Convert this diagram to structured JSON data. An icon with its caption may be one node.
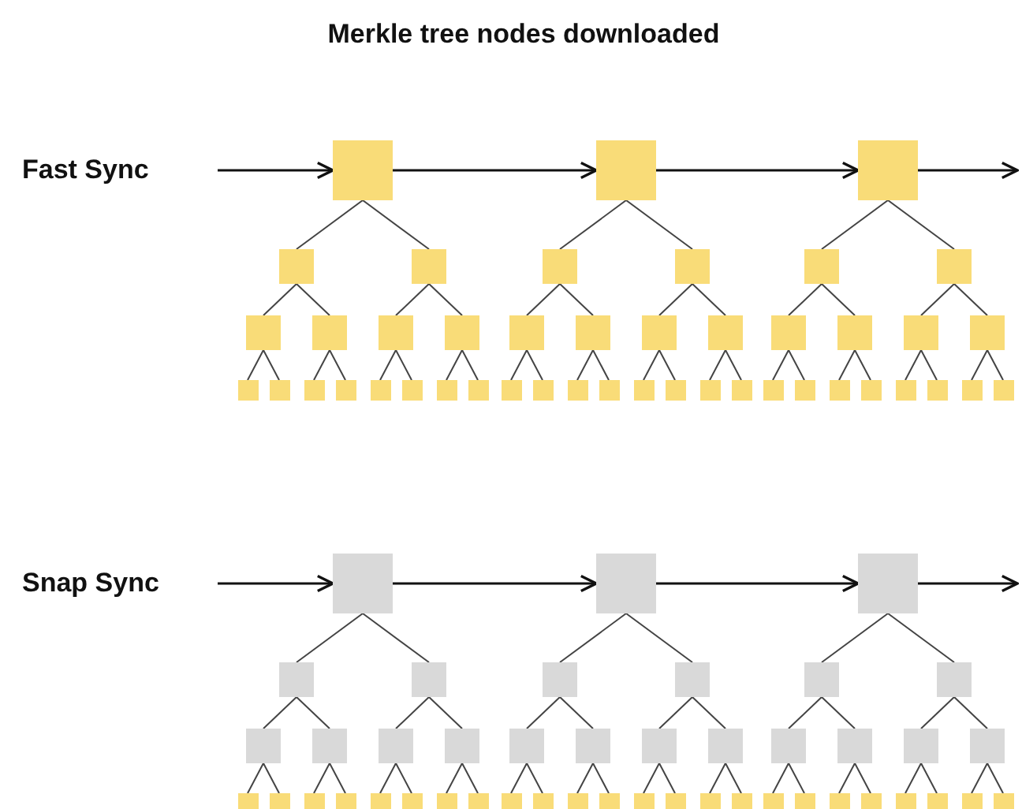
{
  "diagram": {
    "title": "Merkle tree nodes downloaded",
    "nodes": [
      {
        "text": [],
        "shape": "box"
      },
      {
        "text": [],
        "shape": "box"
      },
      {
        "text": [],
        "shape": "box"
      },
      {
        "text": [],
        "shape": "box"
      },
      {
        "text": [],
        "shape": "box"
      },
      {
        "text": [],
        "shape": "box"
      },
      {
        "text": [],
        "shape": "box"
      },
      {
        "text": [],
        "shape": "box"
      },
      {
        "text": [],
        "shape": "box"
      },
      {
        "text": [],
        "shape": "box"
      },
      {
        "text": [],
        "shape": "box"
      },
      {
        "text": [],
        "shape": "box"
      },
      {
        "text": [],
        "shape": "box"
      },
      {
        "text": [],
        "shape": "box"
      },
      {
        "text": [],
        "shape": "box"
      },
      {
        "text": [],
        "shape": "box"
      },
      {
        "text": [],
        "shape": "box"
      },
      {
        "text": [],
        "shape": "box"
      },
      {
        "text": [],
        "shape": "box"
      },
      {
        "text": [],
        "shape": "box"
      },
      {
        "text": [],
        "shape": "box"
      },
      {
        "text": [],
        "shape": "box"
      },
      {
        "text": [],
        "shape": "box"
      },
      {
        "text": [],
        "shape": "box"
      },
      {
        "text": [],
        "shape": "box"
      },
      {
        "text": [],
        "shape": "box"
      },
      {
        "text": [],
        "shape": "box"
      },
      {
        "text": [],
        "shape": "box"
      },
      {
        "text": [],
        "shape": "box"
      },
      {
        "text": [],
        "shape": "box"
      },
      {
        "text": [],
        "shape": "box"
      },
      {
        "text": [],
        "shape": "box"
      },
      {
        "text": [],
        "shape": "box"
      },
      {
        "text": [],
        "shape": "box"
      },
      {
        "text": [],
        "shape": "box"
      },
      {
        "text": [],
        "shape": "box"
      },
      {
        "text": [],
        "shape": "box"
      },
      {
        "text": [],
        "shape": "box"
      },
      {
        "text": [],
        "shape": "box"
      },
      {
        "text": [],
        "shape": "box"
      },
      {
        "text": [],
        "shape": "box"
      },
      {
        "text": [],
        "shape": "box"
      },
      {
        "text": [],
        "shape": "box"
      },
      {
        "text": [],
        "shape": "box"
      },
      {
        "text": [],
        "shape": "box"
      },
      {
        "text": [],
        "shape": "box"
      },
      {
        "text": [],
        "shape": "box"
      },
      {
        "text": [],
        "shape": "box"
      },
      {
        "text": [],
        "shape": "box"
      },
      {
        "text": [],
        "shape": "box"
      },
      {
        "text": [],
        "shape": "box"
      },
      {
        "text": [],
        "shape": "box"
      },
      {
        "text": [],
        "shape": "box"
      },
      {
        "text": [],
        "shape": "box"
      },
      {
        "text": [],
        "shape": "box"
      },
      {
        "text": [],
        "shape": "box"
      },
      {
        "text": [],
        "shape": "box"
      },
      {
        "text": [],
        "shape": "box"
      },
      {
        "text": [],
        "shape": "box"
      },
      {
        "text": [],
        "shape": "box"
      },
      {
        "text": [],
        "shape": "box"
      },
      {
        "text": [],
        "shape": "box"
      },
      {
        "text": [],
        "shape": "box"
      },
      {
        "text": [],
        "shape": "box"
      },
      {
        "text": [],
        "shape": "box"
      },
      {
        "text": [],
        "shape": "box"
      },
      {
        "text": [],
        "shape": "box"
      },
      {
        "text": [],
        "shape": "box"
      },
      {
        "text": [],
        "shape": "box"
      },
      {
        "text": [],
        "shape": "box"
      },
      {
        "text": [],
        "shape": "box"
      },
      {
        "text": [],
        "shape": "box"
      },
      {
        "text": [],
        "shape": "box"
      },
      {
        "text": [],
        "shape": "box"
      },
      {
        "text": [],
        "shape": "box"
      },
      {
        "text": [],
        "shape": "box"
      },
      {
        "text": [],
        "shape": "box"
      },
      {
        "text": [],
        "shape": "box"
      },
      {
        "text": [],
        "shape": "box"
      },
      {
        "text": [],
        "shape": "box"
      },
      {
        "text": [],
        "shape": "box"
      },
      {
        "text": [],
        "shape": "box"
      },
      {
        "text": [],
        "shape": "box"
      },
      {
        "text": [],
        "shape": "box"
      },
      {
        "text": [],
        "shape": "box"
      },
      {
        "text": [],
        "shape": "box"
      },
      {
        "text": [],
        "shape": "box"
      },
      {
        "text": [],
        "shape": "box"
      },
      {
        "text": [],
        "shape": "box"
      },
      {
        "text": [],
        "shape": "box"
      }
    ],
    "edges": [
      {
        "from": null,
        "to": 0,
        "arrow": "to"
      },
      {
        "from": 0,
        "to": 15,
        "arrow": "to"
      },
      {
        "from": 15,
        "to": 30,
        "arrow": "to"
      },
      {
        "from": 30,
        "to": null,
        "arrow": "to"
      },
      {
        "from": 0,
        "to": 1,
        "arrow": "none"
      },
      {
        "from": 0,
        "to": 2,
        "arrow": "none"
      },
      {
        "from": 1,
        "to": 3,
        "arrow": "none"
      },
      {
        "from": 1,
        "to": 4,
        "arrow": "none"
      },
      {
        "from": 2,
        "to": 5,
        "arrow": "none"
      },
      {
        "from": 2,
        "to": 6,
        "arrow": "none"
      },
      {
        "from": 3,
        "to": 7,
        "arrow": "none"
      },
      {
        "from": 3,
        "to": 8,
        "arrow": "none"
      },
      {
        "from": 4,
        "to": 9,
        "arrow": "none"
      },
      {
        "from": 4,
        "to": 10,
        "arrow": "none"
      },
      {
        "from": 5,
        "to": 11,
        "arrow": "none"
      },
      {
        "from": 5,
        "to": 12,
        "arrow": "none"
      },
      {
        "from": 6,
        "to": 13,
        "arrow": "none"
      },
      {
        "from": 6,
        "to": 14,
        "arrow": "none"
      },
      {
        "from": 15,
        "to": 16,
        "arrow": "none"
      },
      {
        "from": 15,
        "to": 17,
        "arrow": "none"
      },
      {
        "from": 16,
        "to": 18,
        "arrow": "none"
      },
      {
        "from": 16,
        "to": 19,
        "arrow": "none"
      },
      {
        "from": 17,
        "to": 20,
        "arrow": "none"
      },
      {
        "from": 17,
        "to": 21,
        "arrow": "none"
      },
      {
        "from": 18,
        "to": 22,
        "arrow": "none"
      },
      {
        "from": 18,
        "to": 23,
        "arrow": "none"
      },
      {
        "from": 19,
        "to": 24,
        "arrow": "none"
      },
      {
        "from": 19,
        "to": 25,
        "arrow": "none"
      },
      {
        "from": 20,
        "to": 26,
        "arrow": "none"
      },
      {
        "from": 20,
        "to": 27,
        "arrow": "none"
      },
      {
        "from": 21,
        "to": 28,
        "arrow": "none"
      },
      {
        "from": 21,
        "to": 29,
        "arrow": "none"
      },
      {
        "from": 30,
        "to": 31,
        "arrow": "none"
      },
      {
        "from": 30,
        "to": 32,
        "arrow": "none"
      },
      {
        "from": 31,
        "to": 33,
        "arrow": "none"
      },
      {
        "from": 31,
        "to": 34,
        "arrow": "none"
      },
      {
        "from": 32,
        "to": 35,
        "arrow": "none"
      },
      {
        "from": 32,
        "to": 36,
        "arrow": "none"
      },
      {
        "from": 33,
        "to": 37,
        "arrow": "none"
      },
      {
        "from": 33,
        "to": 38,
        "arrow": "none"
      },
      {
        "from": 34,
        "to": 39,
        "arrow": "none"
      },
      {
        "from": 34,
        "to": 40,
        "arrow": "none"
      },
      {
        "from": 35,
        "to": 41,
        "arrow": "none"
      },
      {
        "from": 35,
        "to": 42,
        "arrow": "none"
      },
      {
        "from": 36,
        "to": 43,
        "arrow": "none"
      },
      {
        "from": 36,
        "to": 44,
        "arrow": "none"
      },
      {
        "from": null,
        "to": 45,
        "arrow": "to"
      },
      {
        "from": 45,
        "to": 60,
        "arrow": "to"
      },
      {
        "from": 60,
        "to": 75,
        "arrow": "to"
      },
      {
        "from": 75,
        "to": null,
        "arrow": "to"
      },
      {
        "from": 45,
        "to": 46,
        "arrow": "none"
      },
      {
        "from": 45,
        "to": 47,
        "arrow": "none"
      },
      {
        "from": 46,
        "to": 48,
        "arrow": "none"
      },
      {
        "from": 46,
        "to": 49,
        "arrow": "none"
      },
      {
        "from": 47,
        "to": 50,
        "arrow": "none"
      },
      {
        "from": 47,
        "to": 51,
        "arrow": "none"
      },
      {
        "from": 48,
        "to": 52,
        "arrow": "none"
      },
      {
        "from": 48,
        "to": 53,
        "arrow": "none"
      },
      {
        "from": 49,
        "to": 54,
        "arrow": "none"
      },
      {
        "from": 49,
        "to": 55,
        "arrow": "none"
      },
      {
        "from": 50,
        "to": 56,
        "arrow": "none"
      },
      {
        "from": 50,
        "to": 57,
        "arrow": "none"
      },
      {
        "from": 51,
        "to": 58,
        "arrow": "none"
      },
      {
        "from": 51,
        "to": 59,
        "arrow": "none"
      },
      {
        "from": 60,
        "to": 61,
        "arrow": "none"
      },
      {
        "from": 60,
        "to": 62,
        "arrow": "none"
      },
      {
        "from": 61,
        "to": 63,
        "arrow": "none"
      },
      {
        "from": 61,
        "to": 64,
        "arrow": "none"
      },
      {
        "from": 62,
        "to": 65,
        "arrow": "none"
      },
      {
        "from": 62,
        "to": 66,
        "arrow": "none"
      },
      {
        "from": 63,
        "to": 67,
        "arrow": "none"
      },
      {
        "from": 63,
        "to": 68,
        "arrow": "none"
      },
      {
        "from": 64,
        "to": 69,
        "arrow": "none"
      },
      {
        "from": 64,
        "to": 70,
        "arrow": "none"
      },
      {
        "from": 65,
        "to": 71,
        "arrow": "none"
      },
      {
        "from": 65,
        "to": 72,
        "arrow": "none"
      },
      {
        "from": 66,
        "to": 73,
        "arrow": "none"
      },
      {
        "from": 66,
        "to": 74,
        "arrow": "none"
      },
      {
        "from": 75,
        "to": 76,
        "arrow": "none"
      },
      {
        "from": 75,
        "to": 77,
        "arrow": "none"
      },
      {
        "from": 76,
        "to": 78,
        "arrow": "none"
      },
      {
        "from": 76,
        "to": 79,
        "arrow": "none"
      },
      {
        "from": 77,
        "to": 80,
        "arrow": "none"
      },
      {
        "from": 77,
        "to": 81,
        "arrow": "none"
      },
      {
        "from": 78,
        "to": 82,
        "arrow": "none"
      },
      {
        "from": 78,
        "to": 83,
        "arrow": "none"
      },
      {
        "from": 79,
        "to": 84,
        "arrow": "none"
      },
      {
        "from": 79,
        "to": 85,
        "arrow": "none"
      },
      {
        "from": 80,
        "to": 86,
        "arrow": "none"
      },
      {
        "from": 80,
        "to": 87,
        "arrow": "none"
      },
      {
        "from": 81,
        "to": 88,
        "arrow": "none"
      },
      {
        "from": 81,
        "to": 89,
        "arrow": "none"
      }
    ],
    "labels": [
      "Fast Sync",
      "Snap Sync"
    ]
  }
}
